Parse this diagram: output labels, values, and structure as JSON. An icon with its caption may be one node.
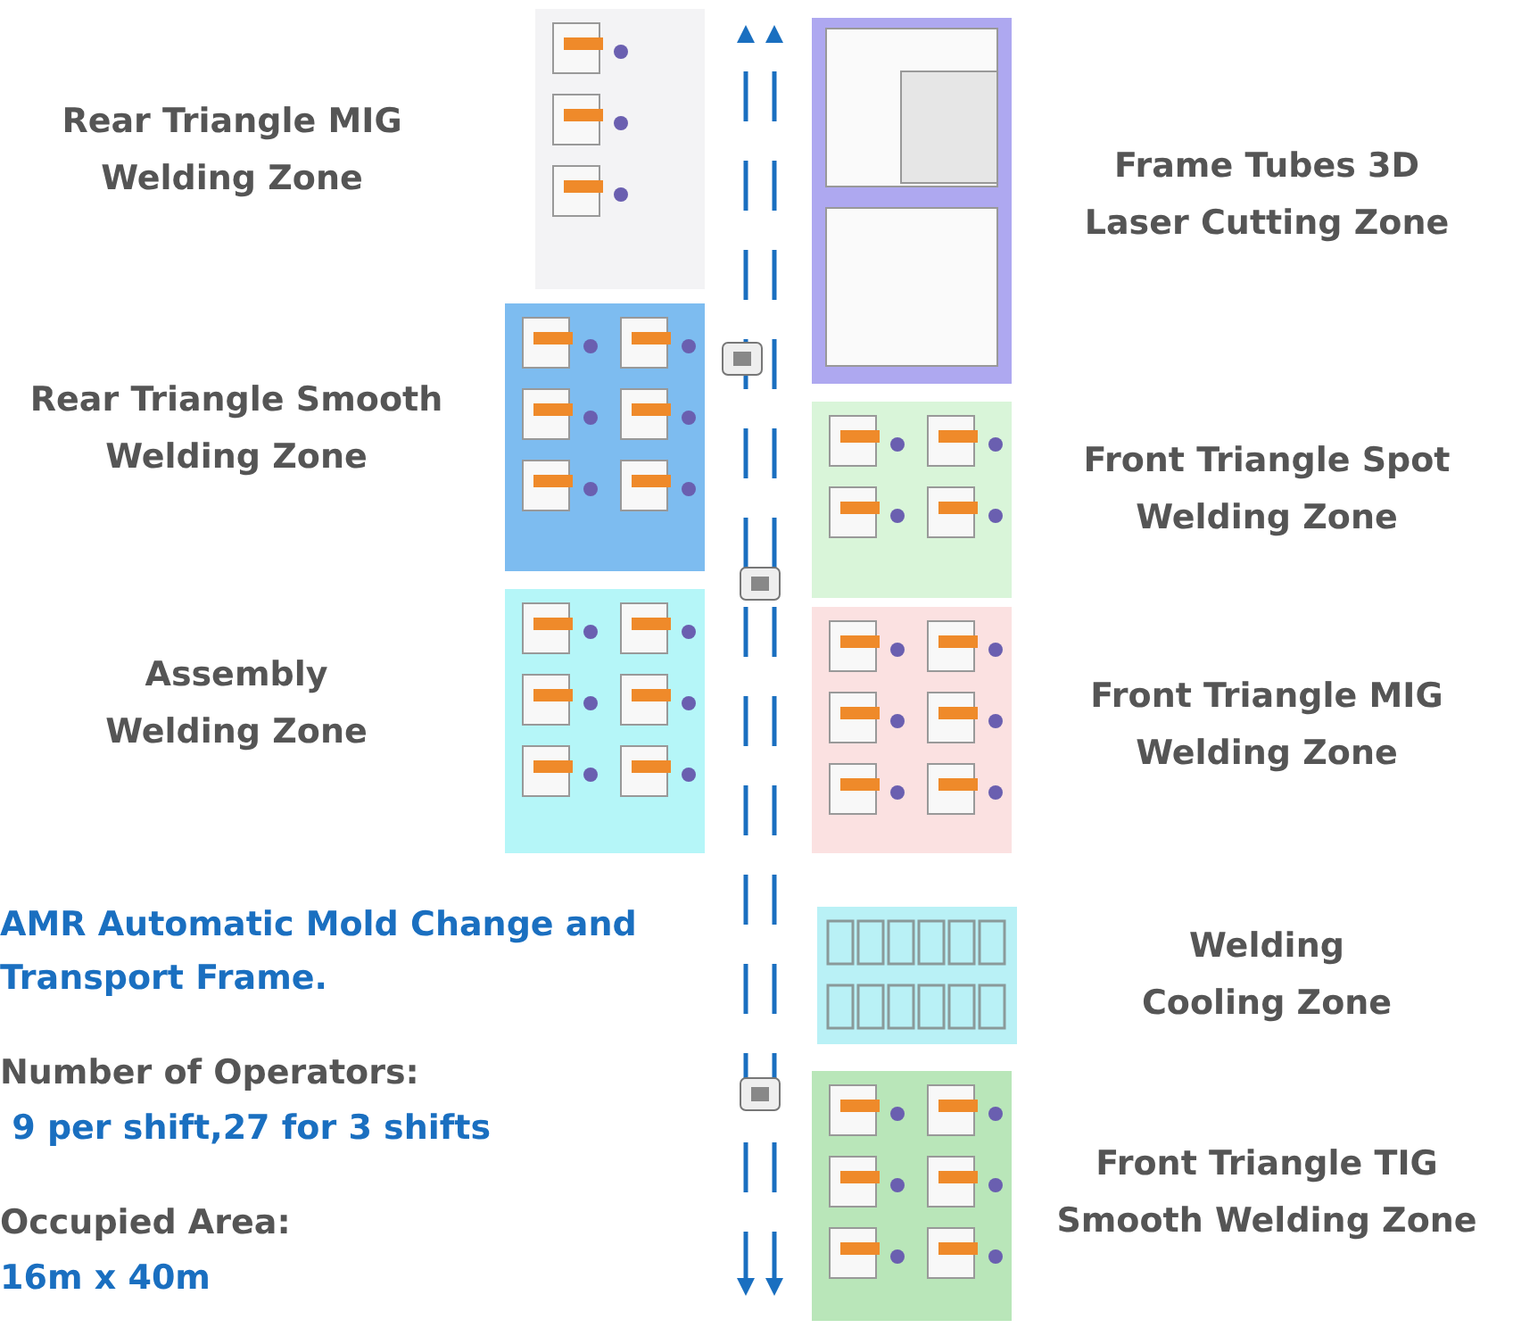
{
  "diagram": {
    "nodes": [
      {
        "text": [
          "Rear Triangle MIG Welding Zone"
        ]
      },
      {
        "text": [
          "Rear Triangle Smooth Welding Zone"
        ]
      },
      {
        "text": [
          "Assembly Welding Zone"
        ]
      },
      {
        "text": [
          "Frame Tubes 3D Laser Cutting Zone"
        ]
      },
      {
        "text": [
          "Front Triangle Spot Welding Zone"
        ]
      },
      {
        "text": [
          "Front Triangle MIG Welding Zone"
        ]
      },
      {
        "text": [
          "Welding Cooling Zone"
        ]
      },
      {
        "text": [
          "Front Triangle TIG Smooth Welding Zone"
        ]
      }
    ],
    "labels": [
      "AMR Automatic Mold Change and Transport Frame.",
      "Number of Operators:",
      " 9 per shift,27 for 3 shifts",
      "Occupied Area:",
      "16m x 40m"
    ]
  }
}
